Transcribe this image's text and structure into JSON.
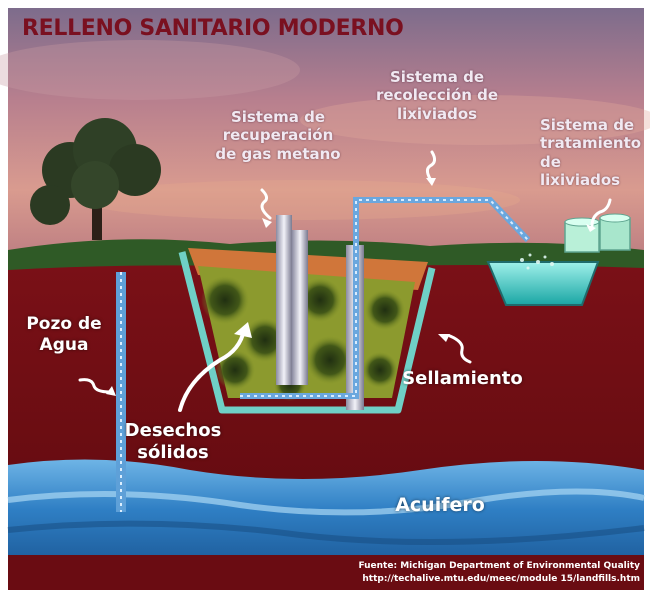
{
  "title": "RELLENO SANITARIO MODERNO",
  "labels": {
    "gas": [
      "Sistema de",
      "recuperación",
      "de gas metano"
    ],
    "collection": [
      "Sistema de",
      "recolección de",
      "lixiviados"
    ],
    "treatment": [
      "Sistema de",
      "tratamiento",
      "de lixiviados"
    ],
    "well": [
      "Pozo de",
      "Agua"
    ],
    "waste": [
      "Desechos",
      "sólidos"
    ],
    "seal": "Sellamiento",
    "aquifer": "Acuifero"
  },
  "source": {
    "line1": "Fuente: Michigan Department of Environmental Quality",
    "line2": "http://techalive.mtu.edu/meec/module 15/landfills.htm"
  },
  "colors": {
    "title": "#7a1020",
    "soil": "#6e0d12",
    "grass": "#2f5a26",
    "liner": "#6fd0c6",
    "aquifer": "#3b8fd0"
  }
}
